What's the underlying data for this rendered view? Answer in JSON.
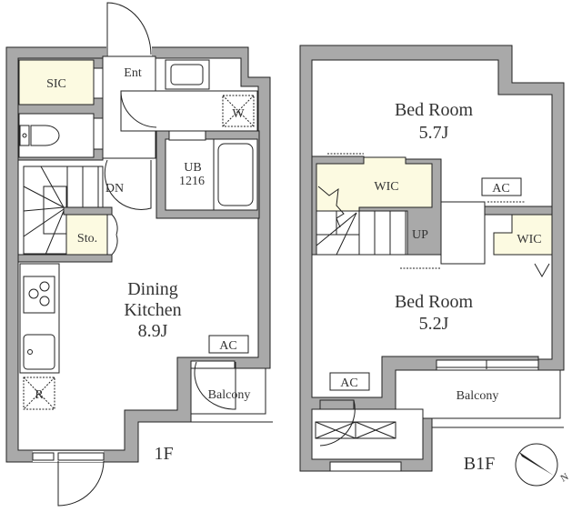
{
  "floor_1f": {
    "label": "1F",
    "rooms": {
      "sic": "SIC",
      "entrance": "Ent",
      "washer": "W",
      "unit_bath": "UB",
      "unit_bath_size": "1216",
      "down": "DN",
      "storage": "Sto.",
      "dining_kitchen_line1": "Dining",
      "dining_kitchen_line2": "Kitchen",
      "dining_kitchen_size": "8.9J",
      "ac": "AC",
      "refrigerator": "R",
      "balcony": "Balcony"
    }
  },
  "floor_b1f": {
    "label": "B1F",
    "rooms": {
      "bedroom1": "Bed Room",
      "bedroom1_size": "5.7J",
      "wic1": "WIC",
      "ac1": "AC",
      "up": "UP",
      "wic2": "WIC",
      "bedroom2": "Bed Room",
      "bedroom2_size": "5.2J",
      "ac2": "AC",
      "balcony": "Balcony"
    }
  },
  "compass": {
    "north_label": "N"
  },
  "colors": {
    "wall": "#a9a9a9",
    "closet": "#fcfae1"
  }
}
